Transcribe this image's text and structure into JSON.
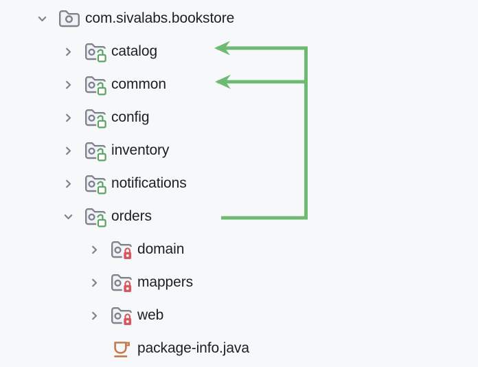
{
  "colors": {
    "background": "#F7F8FA",
    "text": "#1D1E20",
    "chevron": "#7D818A",
    "folder_stroke": "#7E828C",
    "folder_fill": "#F1F2F5",
    "lock_open_green": "#57A35F",
    "lock_closed_red": "#D55A5F",
    "java_orange": "#C4794A",
    "arrow_green": "#6FBA73"
  },
  "tree": {
    "rows": [
      {
        "label": "com.sivalabs.bookstore",
        "level": 0,
        "state": "expanded",
        "icon": "package"
      },
      {
        "label": "catalog",
        "level": 1,
        "state": "collapsed",
        "icon": "package-unlocked"
      },
      {
        "label": "common",
        "level": 1,
        "state": "collapsed",
        "icon": "package-unlocked"
      },
      {
        "label": "config",
        "level": 1,
        "state": "collapsed",
        "icon": "package-unlocked"
      },
      {
        "label": "inventory",
        "level": 1,
        "state": "collapsed",
        "icon": "package-unlocked"
      },
      {
        "label": "notifications",
        "level": 1,
        "state": "collapsed",
        "icon": "package-unlocked"
      },
      {
        "label": "orders",
        "level": 1,
        "state": "expanded",
        "icon": "package-unlocked"
      },
      {
        "label": "domain",
        "level": 2,
        "state": "collapsed",
        "icon": "package-locked"
      },
      {
        "label": "mappers",
        "level": 2,
        "state": "collapsed",
        "icon": "package-locked"
      },
      {
        "label": "web",
        "level": 2,
        "state": "collapsed",
        "icon": "package-locked"
      },
      {
        "label": "package-info.java",
        "level": 2,
        "state": "leaf",
        "icon": "java-class"
      }
    ]
  },
  "annotations": {
    "arrows": [
      {
        "from": "orders",
        "to": "catalog"
      },
      {
        "from": "orders",
        "to": "common"
      }
    ]
  }
}
